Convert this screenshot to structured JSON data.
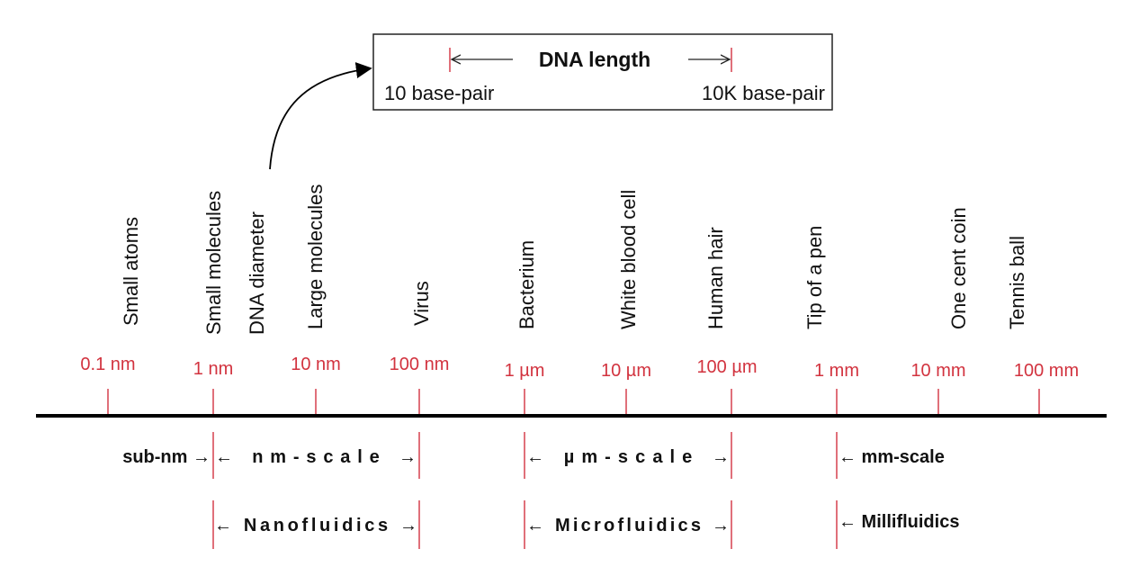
{
  "dna_box": {
    "title": "DNA length",
    "left_label": "10 base-pair",
    "right_label": "10K base-pair"
  },
  "objects": [
    "Small atoms",
    "Small molecules",
    "DNA diameter",
    "Large molecules",
    "Virus",
    "Bacterium",
    "White blood cell",
    "Human hair",
    "Tip of a pen",
    "One cent coin",
    "Tennis ball"
  ],
  "ticks": [
    "0.1 nm",
    "1 nm",
    "10 nm",
    "100 nm",
    "1 µm",
    "10 µm",
    "100 µm",
    "1 mm",
    "10 mm",
    "100 mm"
  ],
  "scales": {
    "sub_nm": "sub-nm →",
    "nm": "← nm-scale →",
    "um": "← µm-scale →",
    "mm": "← mm-scale"
  },
  "fluidics": {
    "nano": "← Nanofluidics →",
    "micro": "← Microfluidics →",
    "milli": "← Millifluidics"
  },
  "colors": {
    "tick": "#d2333f",
    "marker": "#e0707a",
    "axis": "#000000"
  }
}
